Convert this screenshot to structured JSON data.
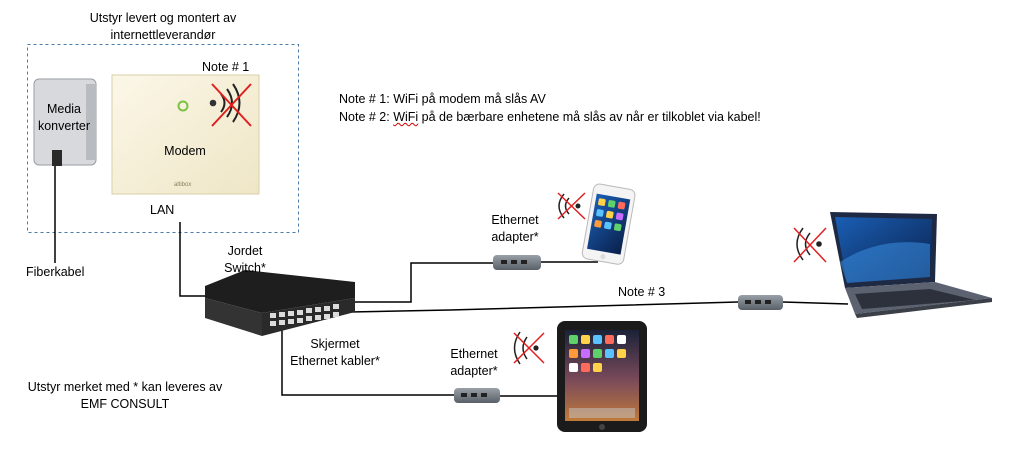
{
  "header": {
    "line1": "Utstyr levert og montert av",
    "line2": "internettleverandør"
  },
  "devices": {
    "media_line1": "Media",
    "media_line2": "konverter",
    "modem": "Modem",
    "modem_brand": "altibox",
    "modem_note": "Note # 1",
    "lan": "LAN",
    "fiber": "Fiberkabel",
    "switch_line1": "Jordet",
    "switch_line2": "Switch*",
    "adapter_top_line1": "Ethernet",
    "adapter_top_line2": "adapter*",
    "adapter_bottom_line1": "Ethernet",
    "adapter_bottom_line2": "adapter*",
    "cable_line1": "Skjermet",
    "cable_line2": "Ethernet kabler*",
    "note3": "Note # 3"
  },
  "notes": {
    "note1": "Note # 1: WiFi på modem må slås AV",
    "note2_prefix": "Note # 2: ",
    "note2_word": "WiFi",
    "note2_rest": " på de bærbare enhetene må slås av når er tilkoblet via kabel!"
  },
  "footer": {
    "line1": "Utstyr merket med * kan leveres av",
    "line2": "EMF CONSULT"
  },
  "colors": {
    "cross": "#e02020",
    "cable": "#000000",
    "dash_border": "#4a7aa8",
    "modem_body": "#f6f1dc",
    "led": "#7cc242"
  }
}
